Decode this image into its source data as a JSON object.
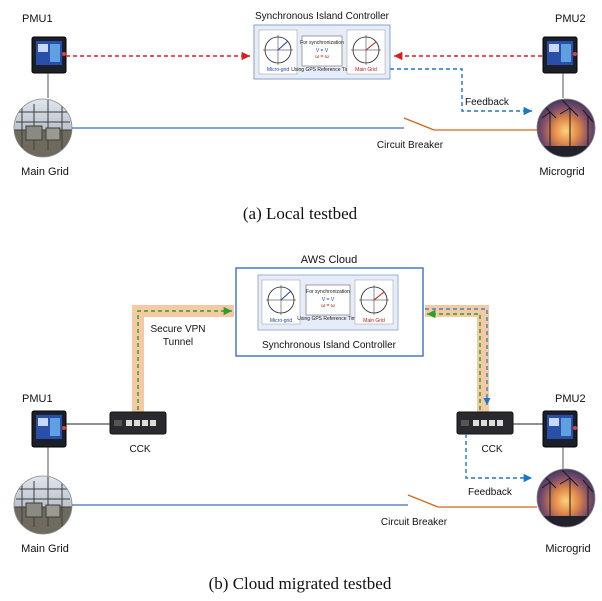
{
  "local": {
    "caption": "(a) Local testbed",
    "controller_title": "Synchronous Island Controller",
    "pmu1": "PMU1",
    "pmu2": "PMU2",
    "main_grid": "Main Grid",
    "microgrid": "Microgrid",
    "feedback": "Feedback",
    "circuit_breaker": "Circuit Breaker",
    "panel_left": "Micro-grid",
    "panel_right": "Main Grid",
    "panel_center_title": "For synchronization",
    "panel_center_sub": "Using GPS Reference Time"
  },
  "cloud": {
    "caption": "(b) Cloud migrated testbed",
    "aws": "AWS Cloud",
    "controller_title": "Synchronous Island Controller",
    "vpn_line1": "Secure VPN",
    "vpn_line2": "Tunnel",
    "cck_left": "CCK",
    "cck_right": "CCK",
    "pmu1": "PMU1",
    "pmu2": "PMU2",
    "main_grid": "Main Grid",
    "microgrid": "Microgrid",
    "feedback": "Feedback",
    "circuit_breaker": "Circuit Breaker",
    "panel_left": "Micro-grid",
    "panel_right": "Main Grid",
    "panel_center_title": "For synchronization",
    "panel_center_sub": "Using GPS Reference Time"
  },
  "colors": {
    "red_link": "#d62020",
    "blue_link": "#1a78c8",
    "green_link": "#2aa02a",
    "tunnel": "#f4c9a4",
    "grid_line": "#3b6fc4",
    "breaker": "#d9661a",
    "aws_border": "#3b6fc4"
  }
}
